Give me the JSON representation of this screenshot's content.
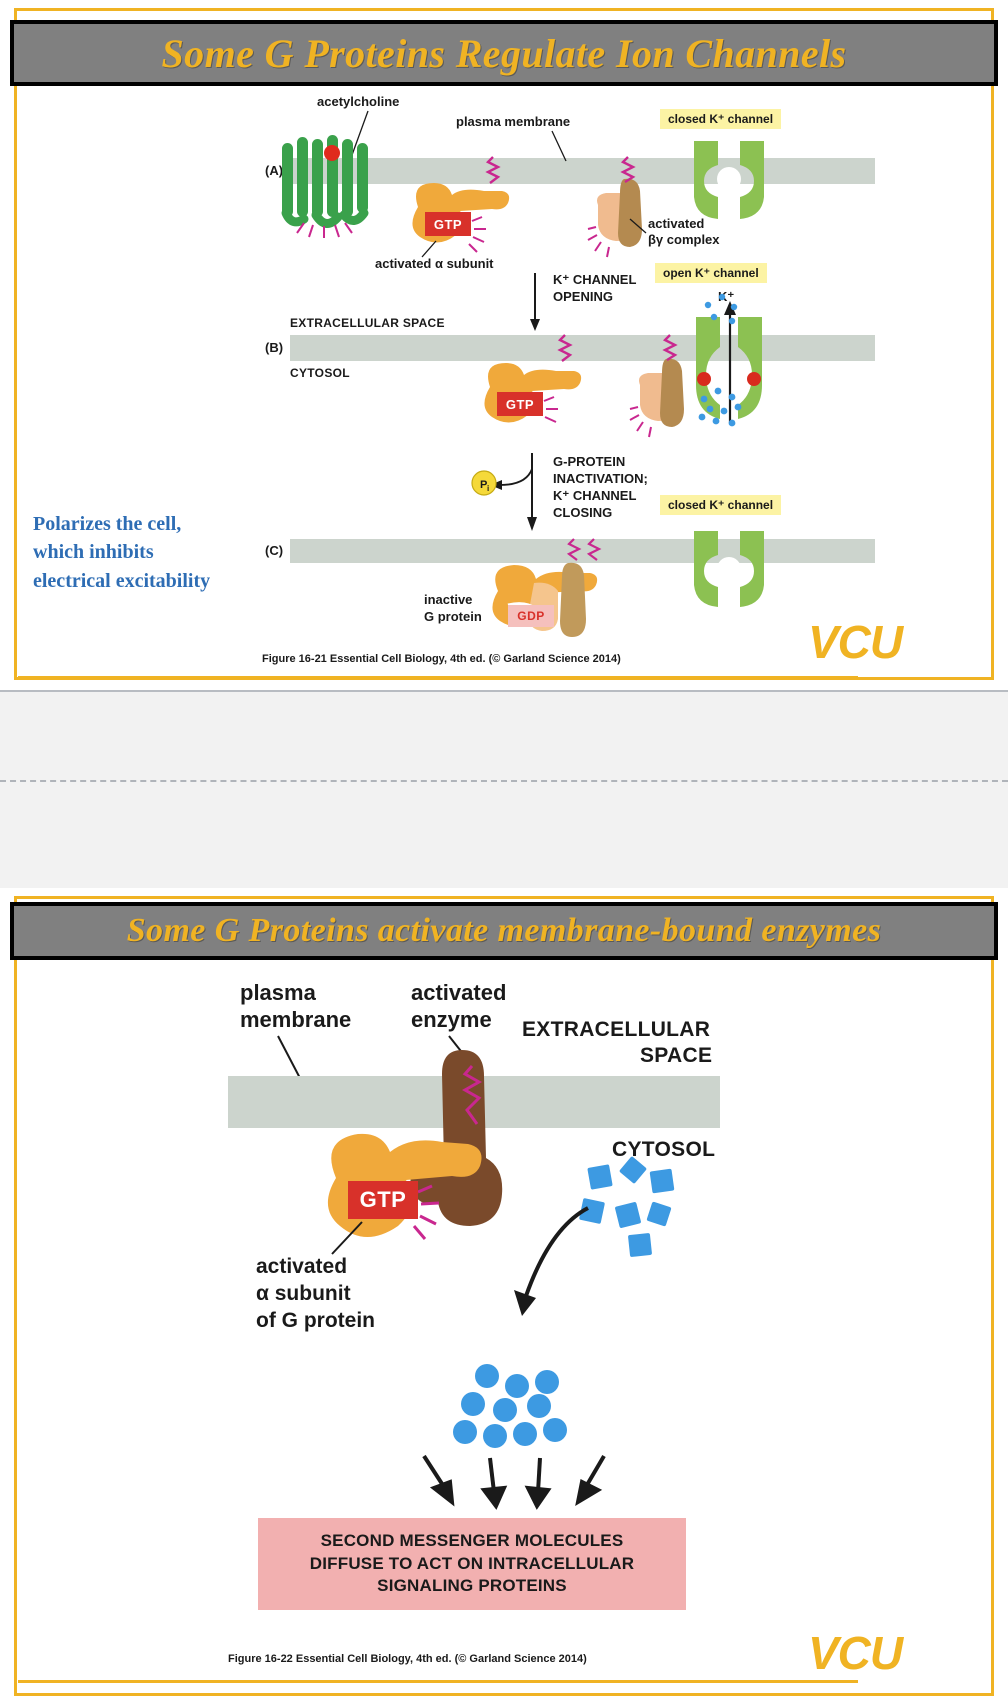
{
  "page": {
    "background": "#f2f2f2",
    "accent_gold": "#f0b323",
    "title_bar_bg": "#808080",
    "membrane_color": "#ccd4cd",
    "note_color": "#2e6db4"
  },
  "slide1": {
    "title": "Some G Proteins Regulate Ion Channels",
    "panels": [
      "(A)",
      "(B)",
      "(C)"
    ],
    "labels": {
      "acetylcholine": "acetylcholine",
      "plasma_membrane": "plasma membrane",
      "closed_channel_top": "closed K⁺ channel",
      "activated_alpha": "activated α subunit",
      "activated_bg": "activated\nβγ complex",
      "activated_bg_l1": "activated",
      "activated_bg_l2": "βγ complex",
      "channel_opening_l1": "K⁺ CHANNEL",
      "channel_opening_l2": "OPENING",
      "open_channel": "open K⁺ channel",
      "k_ion": "K⁺",
      "extracellular_space": "EXTRACELLULAR SPACE",
      "cytosol": "CYTOSOL",
      "inactivation_l1": "G-PROTEIN",
      "inactivation_l2": "INACTIVATION;",
      "inactivation_l3": "K⁺ CHANNEL",
      "inactivation_l4": "CLOSING",
      "pi": "P",
      "pi_sub": "i",
      "closed_channel_bottom": "closed K⁺ channel",
      "inactive_l1": "inactive",
      "inactive_l2": "G protein",
      "gtp": "GTP",
      "gdp": "GDP"
    },
    "annotation": {
      "line1": "Polarizes the cell,",
      "line2": "which inhibits",
      "line3": "electrical excitability"
    },
    "figure_caption": "Figure 16-21  Essential Cell Biology, 4th ed. (© Garland Science 2014)",
    "logo": "VCU"
  },
  "slide2": {
    "title": "Some G Proteins activate membrane-bound enzymes",
    "labels": {
      "plasma_membrane_l1": "plasma",
      "plasma_membrane_l2": "membrane",
      "activated_enzyme_l1": "activated",
      "activated_enzyme_l2": "enzyme",
      "extracellular_l1": "EXTRACELLULAR",
      "extracellular_l2": "SPACE",
      "cytosol": "CYTOSOL",
      "gtp": "GTP",
      "alpha_l1": "activated",
      "alpha_l2": "α subunit",
      "alpha_l3": "of G protein"
    },
    "second_messenger_box": {
      "line1": "SECOND MESSENGER MOLECULES",
      "line2": "DIFFUSE TO ACT ON INTRACELLULAR",
      "line3": "SIGNALING PROTEINS"
    },
    "figure_caption": "Figure 16-22  Essential Cell Biology, 4th ed. (© Garland Science 2014)",
    "logo": "VCU"
  }
}
